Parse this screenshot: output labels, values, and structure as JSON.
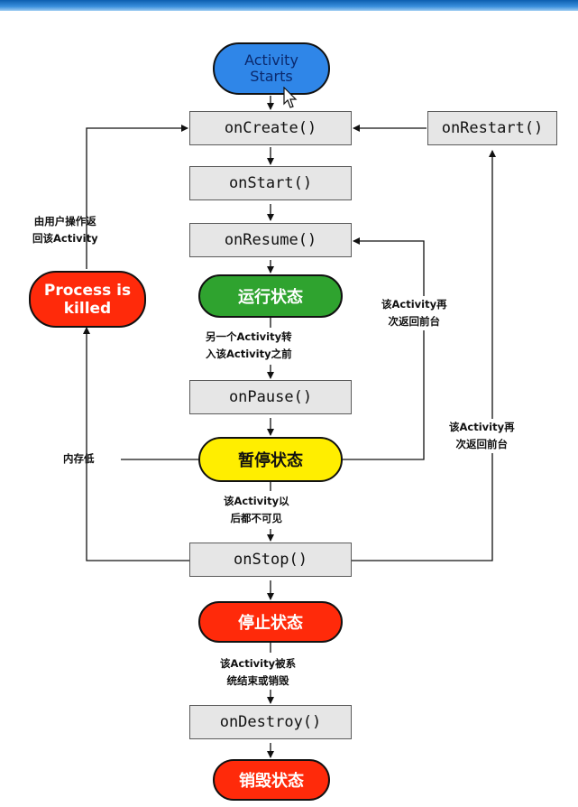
{
  "nodes": {
    "activity_starts": "Activity\nStarts",
    "on_create": "onCreate()",
    "on_start": "onStart()",
    "on_resume": "onResume()",
    "running_state": "运行状态",
    "on_pause": "onPause()",
    "paused_state": "暂停状态",
    "on_stop": "onStop()",
    "stopped_state": "停止状态",
    "on_destroy": "onDestroy()",
    "destroyed_state": "销毁状态",
    "on_restart": "onRestart()",
    "process_killed": "Process is\nkilled"
  },
  "labels": {
    "user_returns": "由用户操作返\n回该Activity",
    "another_activity": "另一个Activity转\n入该Activity之前",
    "low_memory": "内存低",
    "invisible": "该Activity以\n后都不可见",
    "finished": "该Activity被系\n统结束或销毁",
    "back_to_front_1": "该Activity再\n次返回前台",
    "back_to_front_2": "该Activity再\n次返回前台"
  },
  "colors": {
    "start_blue": "#2f86e8",
    "running_green": "#2fa32f",
    "paused_yellow": "#ffee00",
    "red": "#ff2a0a",
    "box_gray": "#e6e6e6"
  }
}
